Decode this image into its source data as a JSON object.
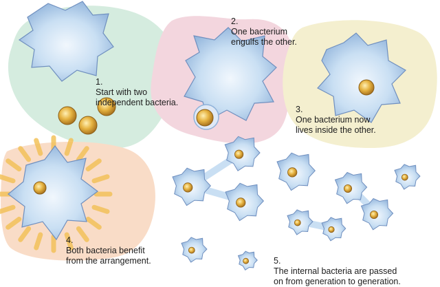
{
  "steps": [
    {
      "number": "1.",
      "text": "Start with two\nindependent bacteria."
    },
    {
      "number": "2.",
      "text": "One bacterium\nengulfs the other."
    },
    {
      "number": "3.",
      "text": "One bacterium now\nlives inside the other."
    },
    {
      "number": "4.",
      "text": "Both bacteria benefit\nfrom the arrangement."
    },
    {
      "number": "5.",
      "text": "The internal bacteria are passed\non from generation to generation."
    }
  ],
  "colors": {
    "panel_1": "#d5ecdf",
    "panel_2": "#f3d6de",
    "panel_3": "#f4efcf",
    "panel_4": "#f9dcc7",
    "host_cell_fill": "#c9dff3",
    "host_cell_edge": "#6f8fbf",
    "host_cell_nucleus": "#a8c3e3",
    "internal_bacterium": "#e0a52f",
    "internal_bacterium_edge": "#8a5d16",
    "rays": "#f3c25a"
  },
  "icons": {
    "host_cell": "spiky-blue-cell",
    "bacterium": "round-golden-bacterium"
  }
}
